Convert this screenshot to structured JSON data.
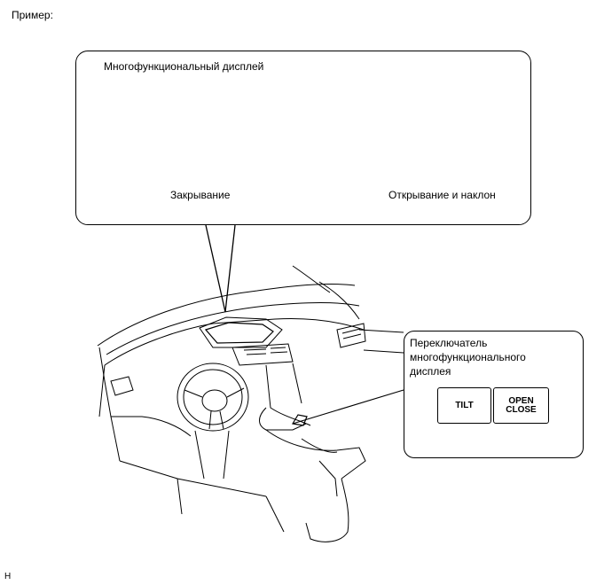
{
  "example_label": "Пример:",
  "display_callout": {
    "title": "Многофункциональный дисплей",
    "closed_label": "Закрывание",
    "open_label": "Открывание и наклон"
  },
  "switch_callout": {
    "title_line1": "Переключатель",
    "title_line2": "многофункционального",
    "title_line3": "дисплея",
    "tilt_label": "TILT",
    "open_label": "OPEN",
    "close_label": "CLOSE"
  },
  "footer_mark": "H"
}
